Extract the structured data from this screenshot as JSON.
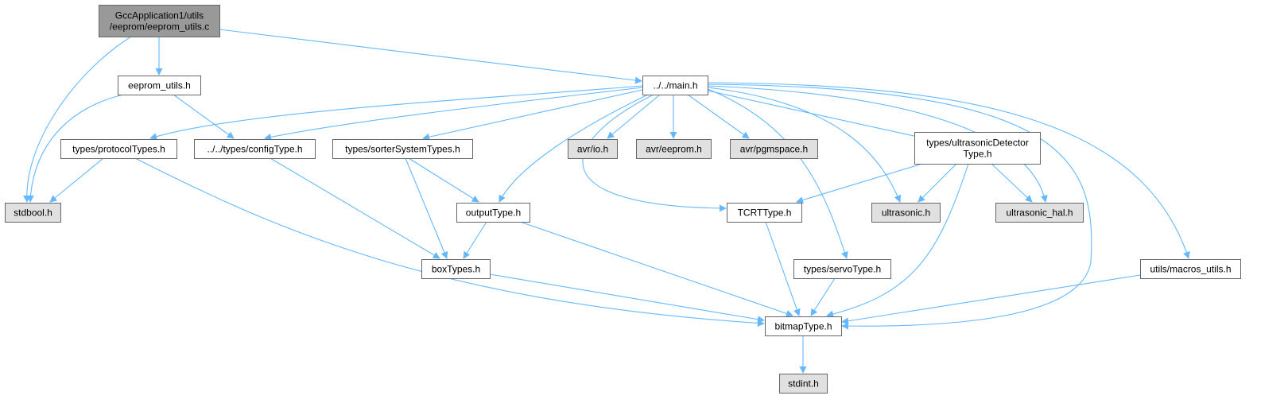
{
  "colors": {
    "root_fill": "#999999",
    "local_fill": "#ffffff",
    "system_fill": "#e0e0e0",
    "border": "#666666",
    "edge": "#63b8ff"
  },
  "nodes": [
    {
      "id": "root",
      "lines": [
        "GccApplication1/utils",
        "/eeprom/eeprom_utils.c"
      ],
      "kind": "root"
    },
    {
      "id": "eeprom_utils_h",
      "lines": [
        "eeprom_utils.h"
      ],
      "kind": "local"
    },
    {
      "id": "main_h",
      "lines": [
        "../../main.h"
      ],
      "kind": "local"
    },
    {
      "id": "protocoltypes_h",
      "lines": [
        "types/protocolTypes.h"
      ],
      "kind": "local"
    },
    {
      "id": "configtype_h",
      "lines": [
        "../../types/configType.h"
      ],
      "kind": "local"
    },
    {
      "id": "sortersystemtypes_h",
      "lines": [
        "types/sorterSystemTypes.h"
      ],
      "kind": "local"
    },
    {
      "id": "avr_io_h",
      "lines": [
        "avr/io.h"
      ],
      "kind": "system"
    },
    {
      "id": "avr_eeprom_h",
      "lines": [
        "avr/eeprom.h"
      ],
      "kind": "system"
    },
    {
      "id": "avr_pgmspace_h",
      "lines": [
        "avr/pgmspace.h"
      ],
      "kind": "system"
    },
    {
      "id": "ultrasonicdetectortype_h",
      "lines": [
        "types/ultrasonicDetector",
        "Type.h"
      ],
      "kind": "local"
    },
    {
      "id": "stdbool_h",
      "lines": [
        "stdbool.h"
      ],
      "kind": "system"
    },
    {
      "id": "outputtype_h",
      "lines": [
        "outputType.h"
      ],
      "kind": "local"
    },
    {
      "id": "tcrttype_h",
      "lines": [
        "TCRTType.h"
      ],
      "kind": "local"
    },
    {
      "id": "ultrasonic_h",
      "lines": [
        "ultrasonic.h"
      ],
      "kind": "system"
    },
    {
      "id": "ultrasonic_hal_h",
      "lines": [
        "ultrasonic_hal.h"
      ],
      "kind": "system"
    },
    {
      "id": "boxtypes_h",
      "lines": [
        "boxTypes.h"
      ],
      "kind": "local"
    },
    {
      "id": "servotype_h",
      "lines": [
        "types/servoType.h"
      ],
      "kind": "local"
    },
    {
      "id": "macros_utils_h",
      "lines": [
        "utils/macros_utils.h"
      ],
      "kind": "local"
    },
    {
      "id": "bitmaptype_h",
      "lines": [
        "bitmapType.h"
      ],
      "kind": "local"
    },
    {
      "id": "stdint_h",
      "lines": [
        "stdint.h"
      ],
      "kind": "system"
    }
  ],
  "edges": [
    [
      "root",
      "stdbool_h"
    ],
    [
      "root",
      "eeprom_utils_h"
    ],
    [
      "root",
      "main_h"
    ],
    [
      "eeprom_utils_h",
      "stdbool_h"
    ],
    [
      "eeprom_utils_h",
      "configtype_h"
    ],
    [
      "main_h",
      "protocoltypes_h"
    ],
    [
      "main_h",
      "configtype_h"
    ],
    [
      "main_h",
      "sortersystemtypes_h"
    ],
    [
      "main_h",
      "outputtype_h"
    ],
    [
      "main_h",
      "avr_io_h"
    ],
    [
      "main_h",
      "avr_eeprom_h"
    ],
    [
      "main_h",
      "avr_pgmspace_h"
    ],
    [
      "main_h",
      "tcrttype_h"
    ],
    [
      "main_h",
      "servotype_h"
    ],
    [
      "main_h",
      "ultrasonicdetectortype_h"
    ],
    [
      "main_h",
      "ultrasonic_h"
    ],
    [
      "main_h",
      "ultrasonic_hal_h"
    ],
    [
      "main_h",
      "bitmaptype_h"
    ],
    [
      "main_h",
      "macros_utils_h"
    ],
    [
      "protocoltypes_h",
      "stdbool_h"
    ],
    [
      "protocoltypes_h",
      "bitmaptype_h"
    ],
    [
      "configtype_h",
      "boxtypes_h"
    ],
    [
      "sortersystemtypes_h",
      "outputtype_h"
    ],
    [
      "sortersystemtypes_h",
      "boxtypes_h"
    ],
    [
      "outputtype_h",
      "boxtypes_h"
    ],
    [
      "outputtype_h",
      "bitmaptype_h"
    ],
    [
      "ultrasonicdetectortype_h",
      "tcrttype_h"
    ],
    [
      "ultrasonicdetectortype_h",
      "ultrasonic_h"
    ],
    [
      "ultrasonicdetectortype_h",
      "ultrasonic_hal_h"
    ],
    [
      "ultrasonicdetectortype_h",
      "bitmaptype_h"
    ],
    [
      "boxtypes_h",
      "bitmaptype_h"
    ],
    [
      "tcrttype_h",
      "bitmaptype_h"
    ],
    [
      "servotype_h",
      "bitmaptype_h"
    ],
    [
      "macros_utils_h",
      "bitmaptype_h"
    ],
    [
      "bitmaptype_h",
      "stdint_h"
    ]
  ]
}
